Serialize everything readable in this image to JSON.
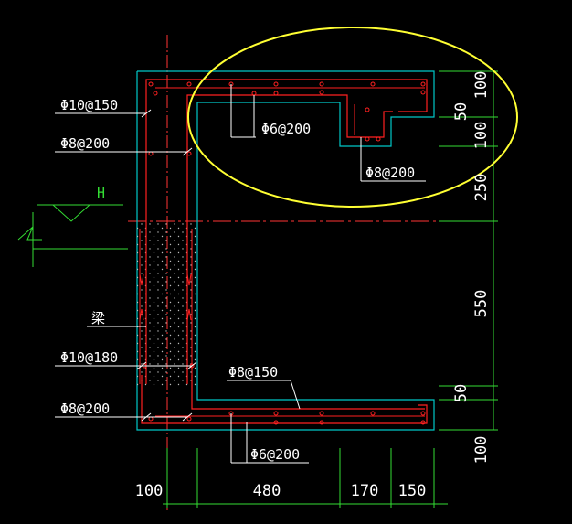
{
  "colors": {
    "background": "#000000",
    "outline": "#00c8c8",
    "rebar": "#ff2020",
    "dimension": "#33dd33",
    "leader": "#ffffff",
    "highlight": "#ffff33",
    "axis": "#ff3333",
    "beam_hatch": "#ffffff"
  },
  "labels": {
    "rebar_top_outer": "Φ10@150",
    "rebar_top_inner": "Φ8@200",
    "rebar_top_slab": "Φ6@200",
    "rebar_top_step": "Φ8@200",
    "water_level": "H",
    "beam": "梁",
    "rebar_bottom_outer": "Φ10@180",
    "rebar_bottom_inner": "Φ8@200",
    "rebar_bottom_slab_upper": "Φ8@150",
    "rebar_bottom_slab_lower": "Φ6@200"
  },
  "dimensions": {
    "vertical": [
      "100",
      "50",
      "100",
      "250",
      "550",
      "50",
      "100"
    ],
    "horizontal": [
      "100",
      "480",
      "170",
      "150"
    ]
  }
}
